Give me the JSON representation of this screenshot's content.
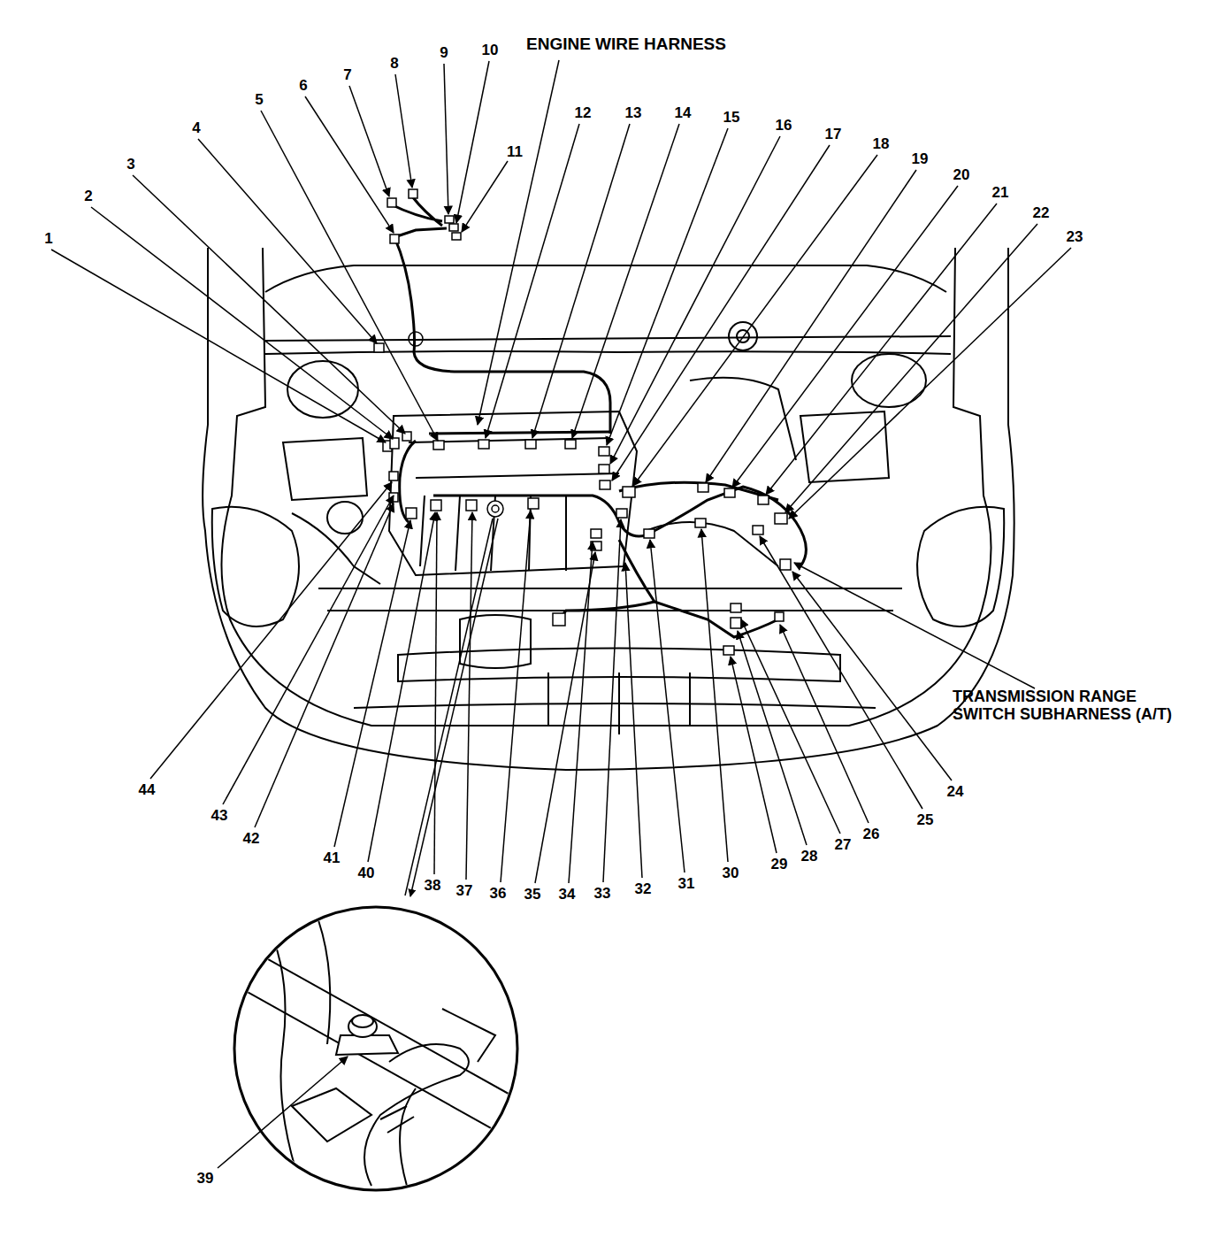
{
  "diagram": {
    "labels": [
      "ENGINE WIRE HARNESS",
      "1",
      "2",
      "3",
      "4",
      "5",
      "6",
      "7",
      "8",
      "9",
      "10",
      "11",
      "12",
      "13",
      "14",
      "15",
      "16",
      "17",
      "18",
      "19",
      "20",
      "21",
      "22",
      "23",
      "24",
      "25",
      "26",
      "27",
      "28",
      "29",
      "30",
      "31",
      "32",
      "33",
      "34",
      "35",
      "36",
      "37",
      "38",
      "39",
      "40",
      "41",
      "42",
      "43",
      "44",
      "TRANSMISSION RANGE SWITCH SUBHARNESS (A/T)"
    ]
  }
}
